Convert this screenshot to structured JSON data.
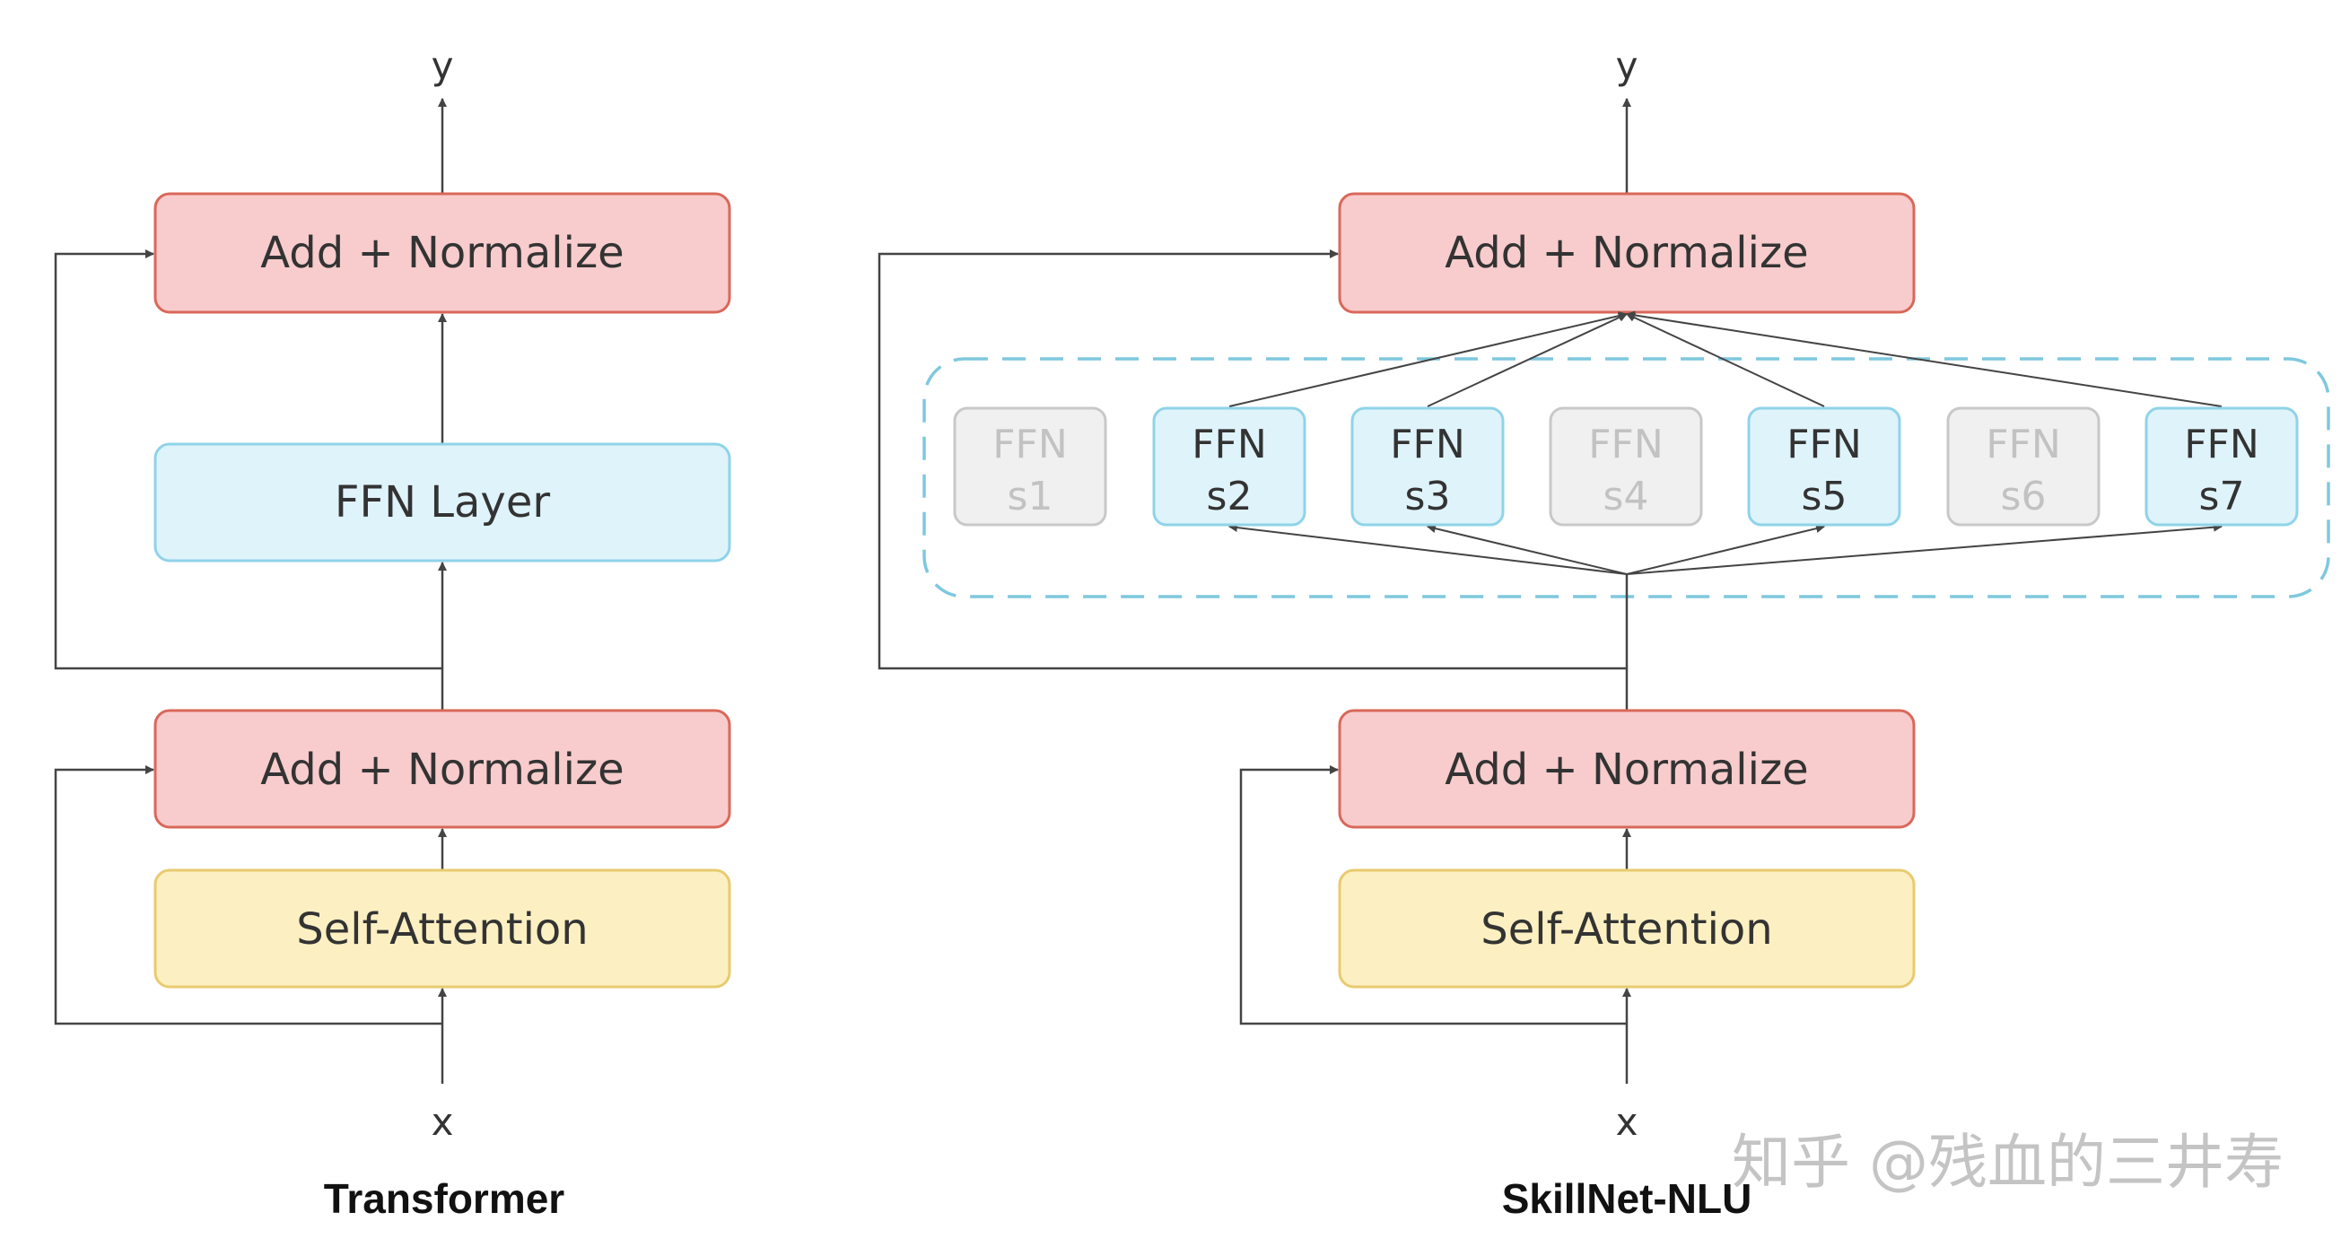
{
  "left": {
    "caption": "Transformer",
    "output": "y",
    "input": "x",
    "top_add_norm": "Add + Normalize",
    "ffn": "FFN Layer",
    "bottom_add_norm": "Add + Normalize",
    "self_attention": "Self-Attention"
  },
  "right": {
    "caption": "SkillNet-NLU",
    "output": "y",
    "input": "x",
    "top_add_norm": "Add + Normalize",
    "bottom_add_norm": "Add + Normalize",
    "self_attention": "Self-Attention",
    "skills": [
      {
        "name": "FFN",
        "id": "s1",
        "active": false
      },
      {
        "name": "FFN",
        "id": "s2",
        "active": true
      },
      {
        "name": "FFN",
        "id": "s3",
        "active": true
      },
      {
        "name": "FFN",
        "id": "s4",
        "active": false
      },
      {
        "name": "FFN",
        "id": "s5",
        "active": true
      },
      {
        "name": "FFN",
        "id": "s6",
        "active": false
      },
      {
        "name": "FFN",
        "id": "s7",
        "active": true
      }
    ]
  },
  "watermark": "知乎 @残血的三井寿",
  "colors": {
    "add_norm_fill": "#f8cccc",
    "add_norm_border": "#d9685a",
    "ffn_fill": "#dff3fb",
    "ffn_border": "#8fd3e9",
    "attention_fill": "#fcf0c2",
    "attention_border": "#e8cb70",
    "inactive_fill": "#f0f0f0",
    "inactive_border": "#c8c8c8",
    "dashed_group": "#7ec8de",
    "line": "#444444"
  }
}
